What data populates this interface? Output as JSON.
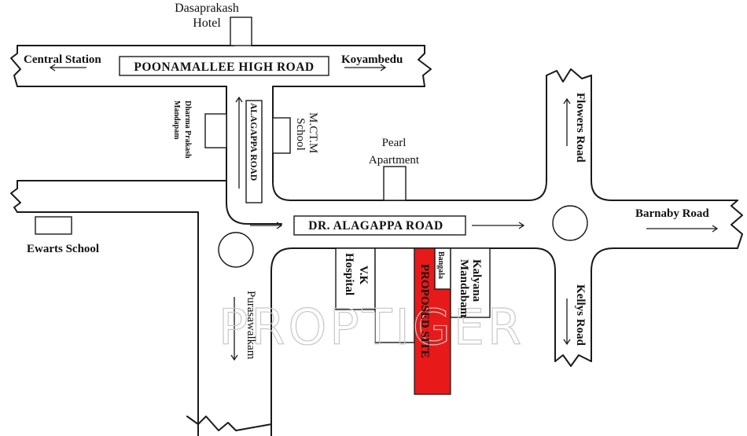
{
  "labels": {
    "dasaprakash_line1": "Dasaprakash",
    "dasaprakash_line2": "Hotel",
    "central_station": "Central Station",
    "poonamallee": "POONAMALLEE HIGH ROAD",
    "koyambedu": "Koyambedu",
    "dharma_line1": "Dharma Prakash",
    "dharma_line2": "Mandapam",
    "alagappa_road_vertical": "ALAGAPPA ROAD",
    "mctm_line1": "M.CT.M",
    "mctm_line2": "School",
    "pearl_line1": "Pearl",
    "pearl_line2": "Apartment",
    "flowers_road": "Flowers Road",
    "dr_alagappa_road": "DR. ALAGAPPA ROAD",
    "barnaby_road": "Barnaby Road",
    "ewarts_school": "Ewarts School",
    "vk_line1": "V.K",
    "vk_line2": "Hospital",
    "proposed_site": "PROPOSED SITE",
    "bangala": "Bangala",
    "kalyana_line1": "Kalyana",
    "kalyana_line2": "Mandabam",
    "purasawalkam": "Purasawalkam",
    "kellys_road": "Kellys Road",
    "watermark": "PROPTIGER"
  },
  "colors": {
    "road_line": "#1a1a1a",
    "proposed_site_fill": "#e81919",
    "background": "#ffffff",
    "watermark": "#c8c8c8"
  }
}
